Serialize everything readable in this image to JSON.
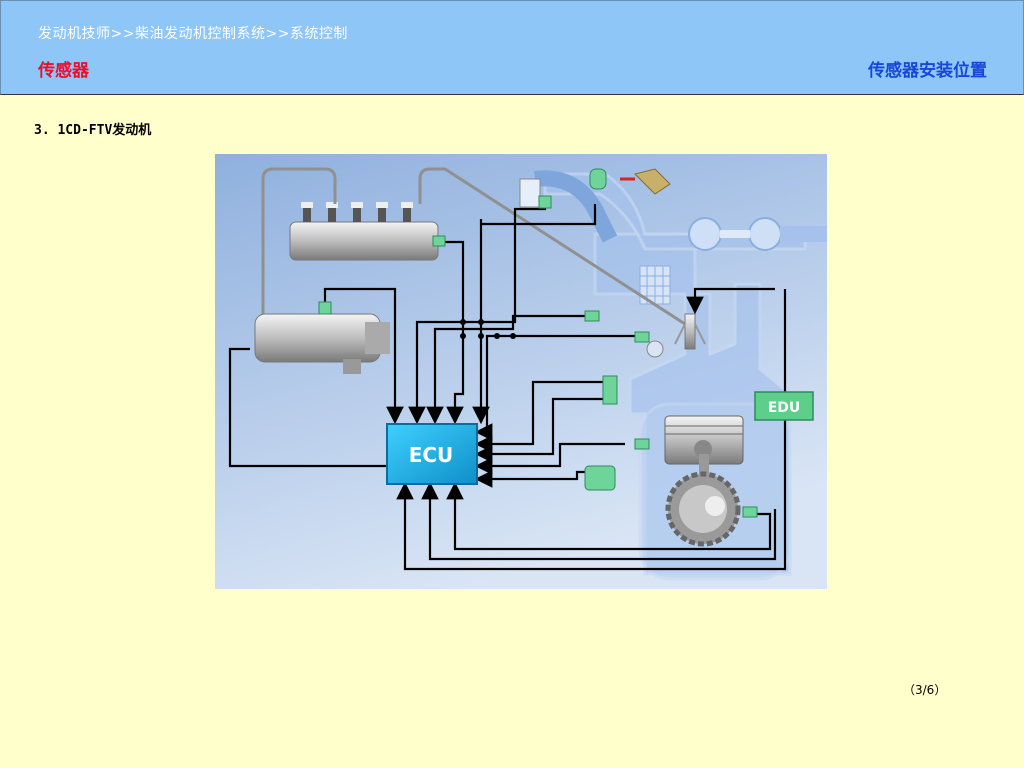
{
  "header": {
    "breadcrumb": "发动机技师>>柴油发动机控制系统>>系统控制",
    "section_title": "传感器",
    "section_link": "传感器安装位置"
  },
  "content": {
    "subheading": "3. 1CD-FTV发动机"
  },
  "diagram": {
    "ecu_label": "ECU",
    "edu_label": "EDU",
    "colors": {
      "background_top": "#8fb0de",
      "background_bottom": "#d4e2f4",
      "ecu": "#22b7e8",
      "sensor": "#6fd49a",
      "wire": "#000000",
      "engine_outline": "#a8c4ec"
    }
  },
  "footer": {
    "page_counter": "（3/6）"
  }
}
